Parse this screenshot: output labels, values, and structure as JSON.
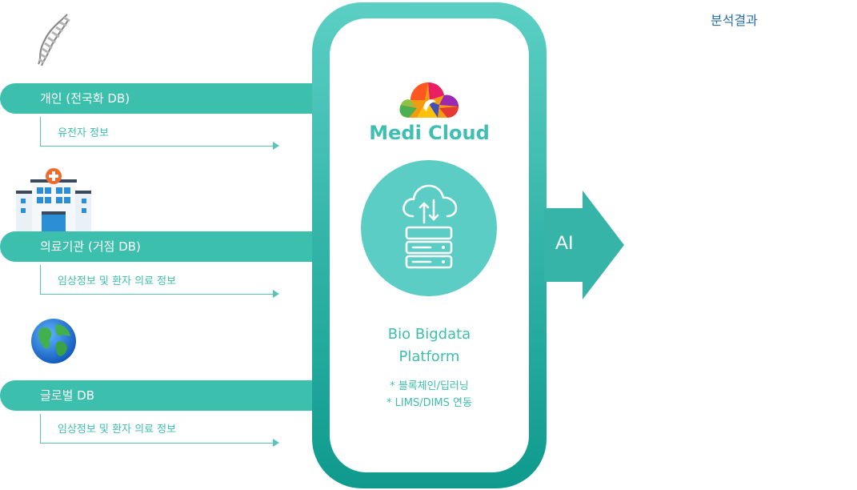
{
  "sources": [
    {
      "label": "개인 (전국화 DB)",
      "sub": "유전자 정보",
      "icon": "dna-icon"
    },
    {
      "label": "의료기관 (거점 DB)",
      "sub": "임상정보 및 환자 의료 정보",
      "icon": "hospital-icon"
    },
    {
      "label": "글로벌 DB",
      "sub": "임상정보 및 환자 의료 정보",
      "icon": "globe-icon"
    }
  ],
  "platform": {
    "brand": "Medi Cloud",
    "title_line1": "Bio Bigdata",
    "title_line2": "Platform",
    "note1": "* 블록체인/딥러닝",
    "note2": "* LIMS/DIMS 연동",
    "logo_icon": "colorful-cloud-logo",
    "center_icon": "cloud-server-icon"
  },
  "output": {
    "arrow_label": "AI",
    "result_label": "분석결과"
  },
  "colors": {
    "teal": "#3dbfae",
    "teal_dark": "#0f9a8e",
    "blue_text": "#2a6fa8"
  }
}
